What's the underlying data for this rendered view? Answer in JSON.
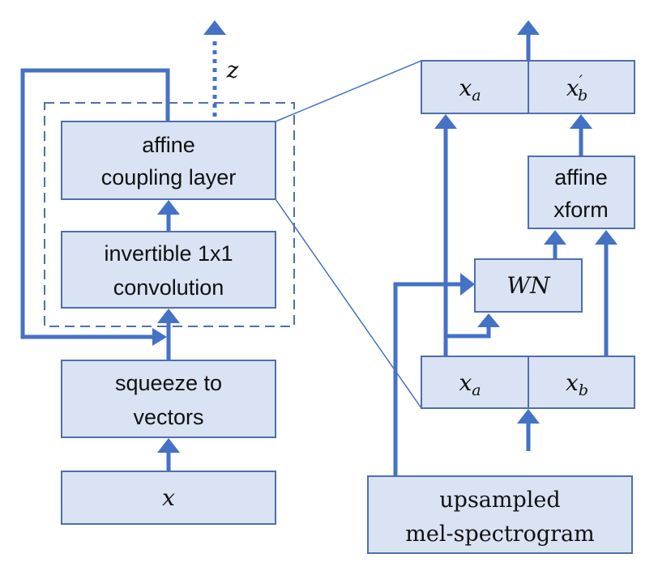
{
  "left": {
    "coupling": {
      "line1": "affine",
      "line2": "coupling layer"
    },
    "invertible": {
      "line1": "invertible 1x1",
      "line2": "convolution"
    },
    "squeeze": {
      "line1": "squeeze to",
      "line2": "vectors"
    },
    "input": {
      "label": "x"
    },
    "output_z": {
      "label": "z"
    }
  },
  "right": {
    "top_split": {
      "left_var": "x",
      "left_sub": "a",
      "right_var": "x",
      "right_prime": "′",
      "right_sub": "b"
    },
    "affine_xform": {
      "line1": "affine",
      "line2": "xform"
    },
    "wn": {
      "label": "WN"
    },
    "bottom_split": {
      "left_var": "x",
      "left_sub": "a",
      "right_var": "x",
      "right_sub": "b"
    },
    "mel": {
      "line1": "upsampled",
      "line2": "mel-spectrogram"
    }
  },
  "colors": {
    "box_fill": "#dae3f3",
    "box_stroke": "#4f6fae",
    "arrow": "#4472c4"
  }
}
